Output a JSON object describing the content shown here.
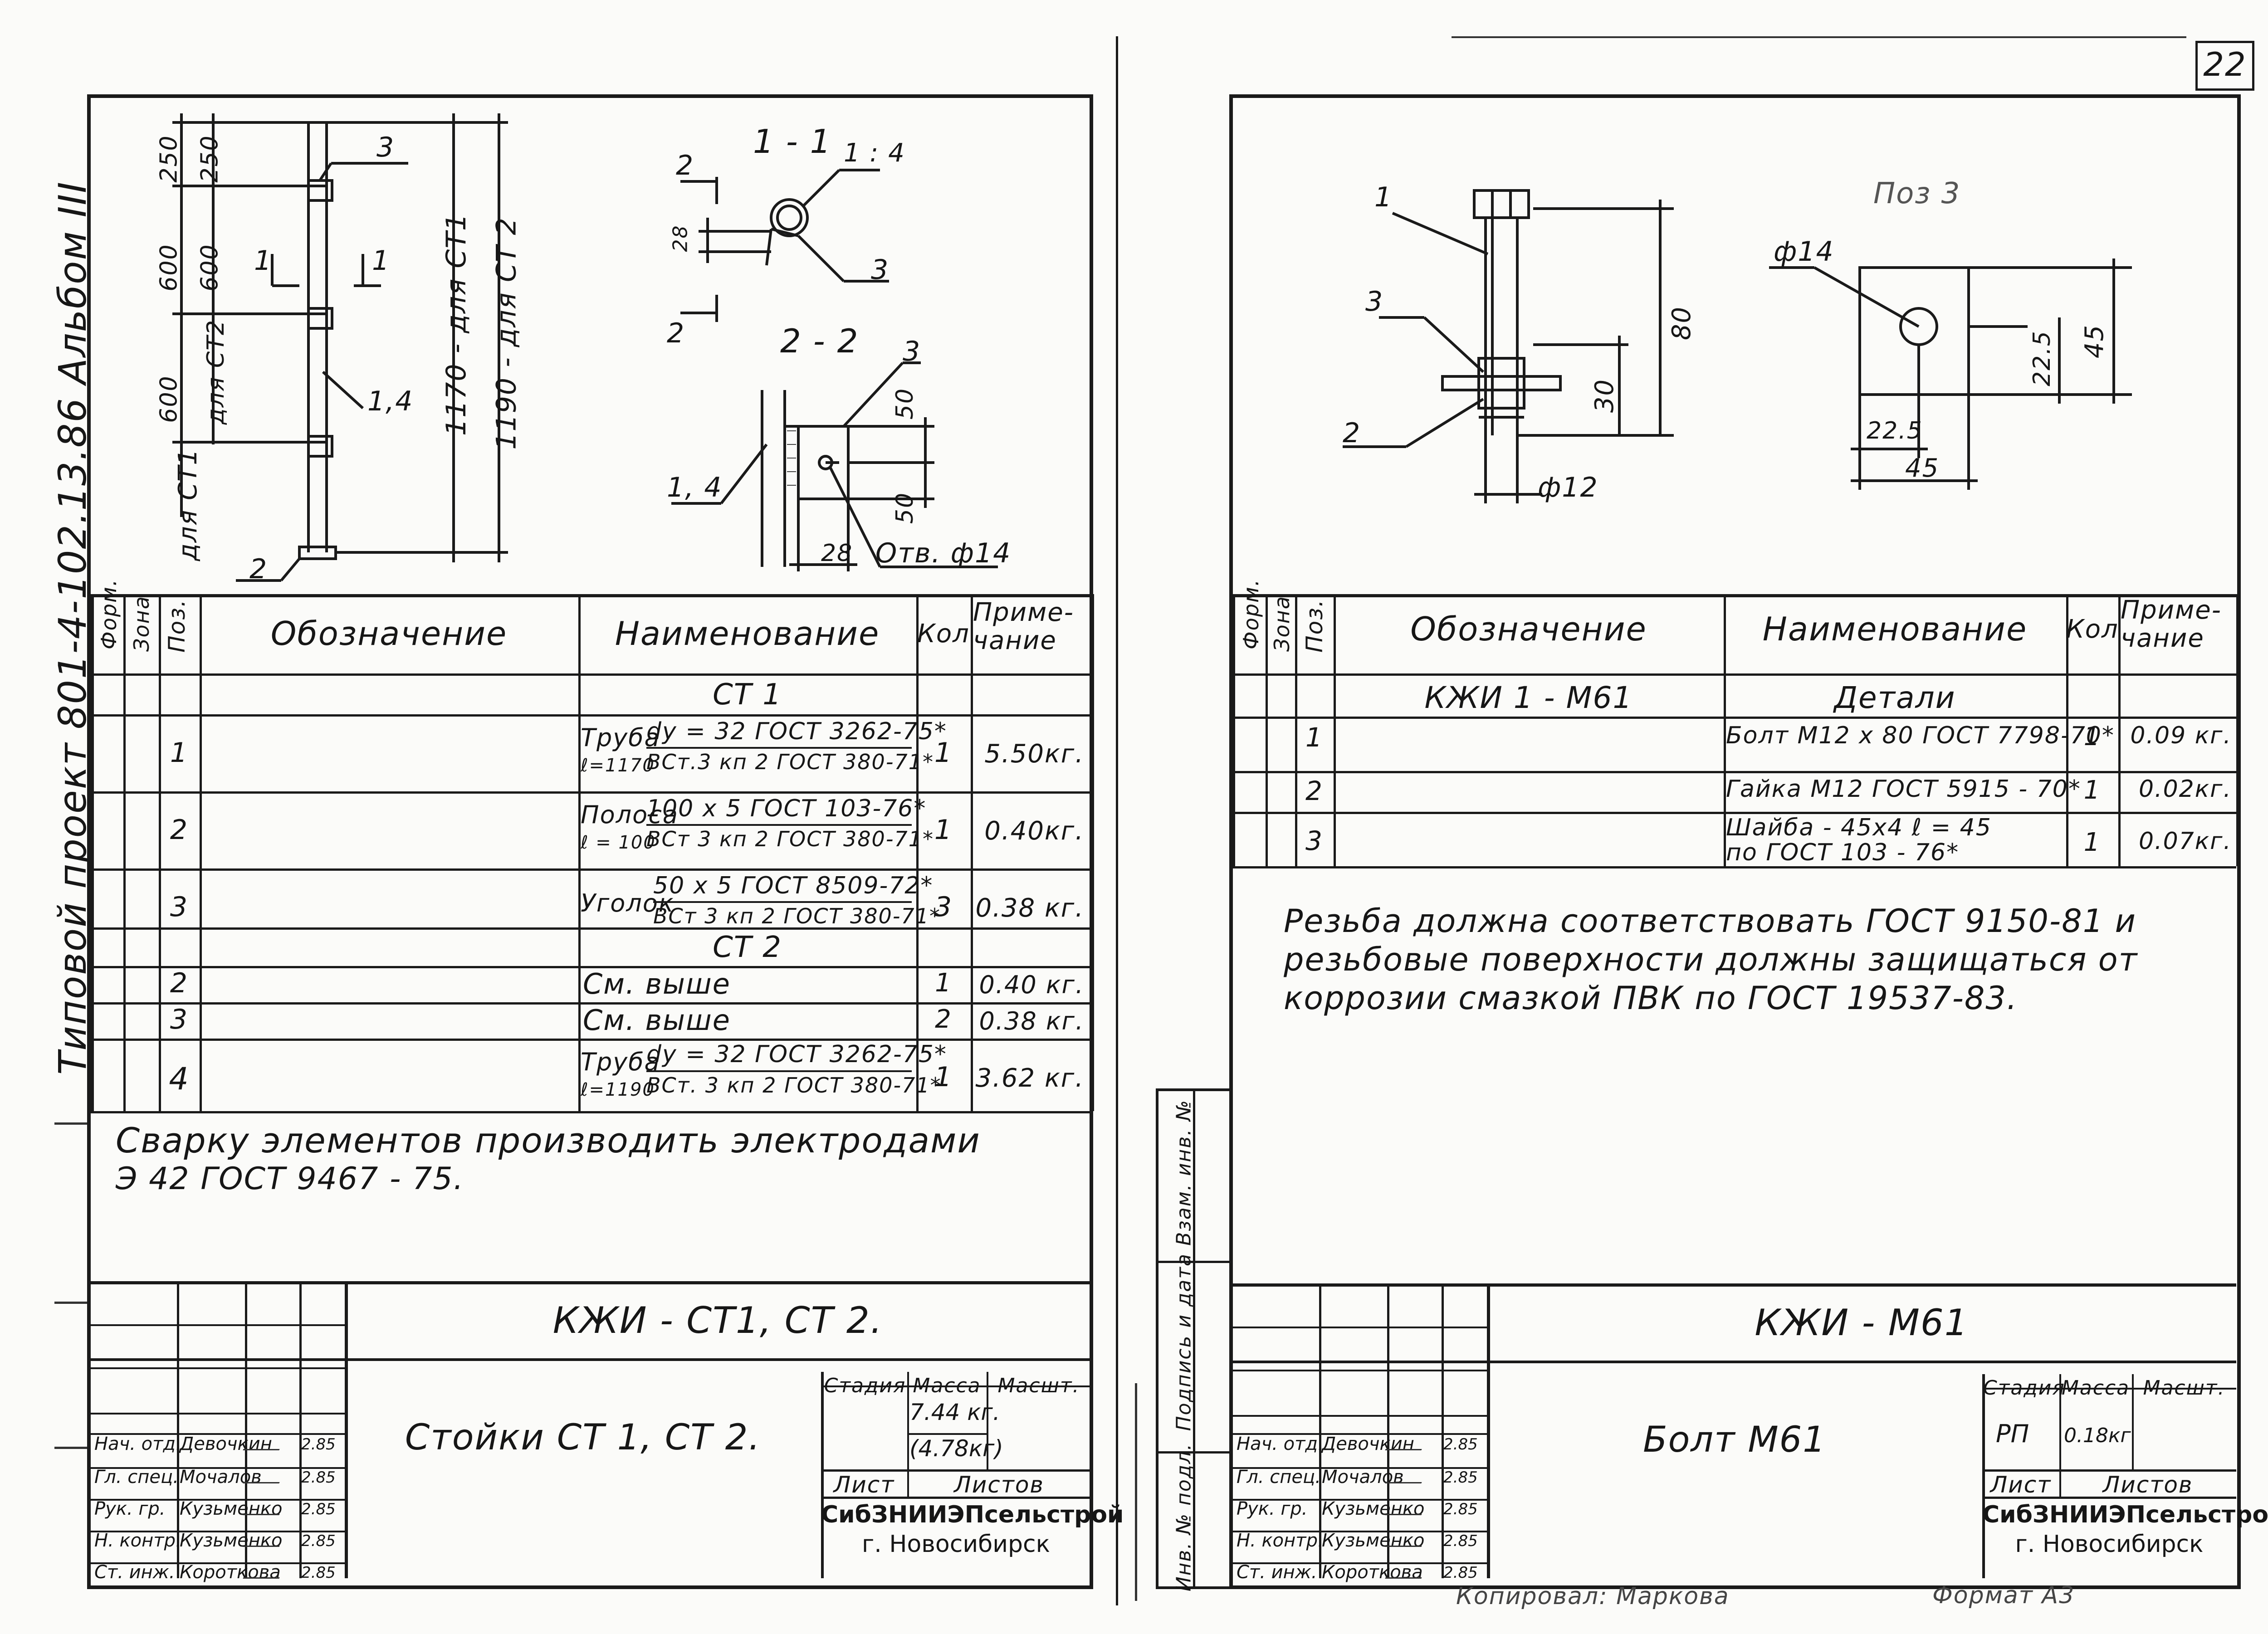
{
  "margin_text": "Типовой   проект 801-4-102.13.86 Альбом III",
  "page_number": "22",
  "left": {
    "drawing": {
      "dim_250a": "250",
      "dim_250b": "250",
      "dim_600a": "600",
      "dim_600b": "600",
      "dim_600c": "600",
      "lbl_for_ct2": "для СТ2",
      "lbl_for_ct1": "для СТ1",
      "dim_1170": "1170 - для СТ1",
      "dim_1190": "1190 - для СТ 2",
      "pos_3": "3",
      "pos_14": "1,4",
      "pos_2": "2",
      "cut_1a": "1",
      "cut_1b": "1",
      "sec11_title": "1 - 1",
      "sec11_scale": "1 : 4",
      "sec11_dim": "28",
      "sec11_pos3": "3",
      "sec_mark_2a": "2",
      "sec_mark_2b": "2",
      "sec22_title": "2 - 2",
      "sec22_pos3": "3",
      "sec22_pos14": "1, 4",
      "sec22_dim50a": "50",
      "sec22_dim50b": "50",
      "sec22_dim28": "28",
      "sec22_hole": "Отв. ф14"
    },
    "table": {
      "headers": [
        "Форм.",
        "Зона",
        "Поз.",
        "Обозначение",
        "Наименование",
        "Кол",
        "Приме-\nчание"
      ],
      "sections": [
        {
          "title": "СТ 1",
          "rows": [
            {
              "pos": "1",
              "name_a": "Труба",
              "name_b": "ℓ=1170",
              "num": "dy = 32 ГОСТ 3262-75*",
              "den": "ВСт.3 кп 2 ГОСТ 380-71*",
              "qty": "1",
              "note": "5.50кг."
            },
            {
              "pos": "2",
              "name_a": "Полоса",
              "name_b": "ℓ = 100",
              "num": "100 х 5 ГОСТ 103-76*",
              "den": "ВСт 3 кп 2 ГОСТ 380-71*",
              "qty": "1",
              "note": "0.40кг."
            },
            {
              "pos": "3",
              "name_a": "Уголок",
              "name_b": "",
              "num": "50 х 5 ГОСТ 8509-72*",
              "den": "ВСт 3 кп 2 ГОСТ 380-71*",
              "qty": "3",
              "note": "0.38 кг."
            }
          ]
        },
        {
          "title": "СТ 2",
          "rows": [
            {
              "pos": "2",
              "text": "См. выше",
              "qty": "1",
              "note": "0.40 кг."
            },
            {
              "pos": "3",
              "text": "См. выше",
              "qty": "2",
              "note": "0.38 кг."
            },
            {
              "pos": "4",
              "name_a": "Труба",
              "name_b": "ℓ=1190",
              "num": "dy = 32 ГОСТ 3262-75*",
              "den": "ВСт. 3 кп 2 ГОСТ 380-71*",
              "qty": "1",
              "note": "3.62 кг."
            }
          ]
        }
      ]
    },
    "note_line1": "Сварку элементов производить электродами",
    "note_line2": "Э 42 ГОСТ 9467 - 75.",
    "title_block": {
      "code": "КЖИ - СТ1, СТ 2.",
      "name": "Стойки СТ 1, СТ 2.",
      "stage": "Стадия",
      "mass": "Масса",
      "scale": "Масшт.",
      "mass1": "7.44 кг.",
      "mass2": "(4.78кг)",
      "sheet": "Лист",
      "sheets": "Листов",
      "org1": "СибЗНИИЭПсельстрой",
      "org2": "г. Новосибирск",
      "staff": [
        {
          "role": "Нач. отд.",
          "name": "Девочкин",
          "date": "2.85"
        },
        {
          "role": "Гл. спец.",
          "name": "Мочалов",
          "date": "2.85"
        },
        {
          "role": "Рук. гр.",
          "name": "Кузьменко",
          "date": "2.85"
        },
        {
          "role": "Н. контр.",
          "name": "Кузьменко",
          "date": "2.85"
        },
        {
          "role": "Ст. инж.",
          "name": "Короткова",
          "date": "2.85"
        }
      ]
    }
  },
  "right": {
    "drawing": {
      "pos1": "1",
      "pos3": "3",
      "pos2": "2",
      "dim80": "80",
      "dim30": "30",
      "dim_phi12": "ф12",
      "title_pos3": "Поз 3",
      "dim_phi14": "ф14",
      "dim_225a": "22.5",
      "dim45a": "45",
      "dim_225b": "22.5",
      "dim45b": "45"
    },
    "table": {
      "headers": [
        "Форм.",
        "Зона",
        "Поз.",
        "Обозначение",
        "Наименование",
        "Кол",
        "Приме-\nчание"
      ],
      "section_code": "КЖИ 1 - М61",
      "section_name": "Детали",
      "rows": [
        {
          "pos": "1",
          "name": "Болт М12 х 80 ГОСТ 7798-70*",
          "qty": "1",
          "note": "0.09 кг."
        },
        {
          "pos": "2",
          "name": "Гайка М12 ГОСТ 5915 - 70*",
          "qty": "1",
          "note": "0.02кг."
        },
        {
          "pos": "3",
          "name": "Шайба - 45х4  ℓ = 45",
          "name2": "по ГОСТ 103 - 76*",
          "qty": "1",
          "note": "0.07кг."
        }
      ]
    },
    "note_lines": [
      "Резьба должна соответствовать ГОСТ 9150-81 и",
      "резьбовые поверхности должны защищаться от",
      "коррозии смазкой ПВК по ГОСТ 19537-83."
    ],
    "side_stamp": [
      "Инв. № подл.",
      "Подпись и дата",
      "Взам. инв. №"
    ],
    "title_block": {
      "code": "КЖИ - М61",
      "name": "Болт М61",
      "stage": "Стадия",
      "mass": "Масса",
      "scale": "Масшт.",
      "stage_val": "РП",
      "mass_val": "0.18кг",
      "sheet": "Лист",
      "sheets": "Листов",
      "org1": "СибЗНИИЭПсельстрой",
      "org2": "г. Новосибирск",
      "staff": [
        {
          "role": "Нач. отд.",
          "name": "Девочкин",
          "date": "2.85"
        },
        {
          "role": "Гл. спец.",
          "name": "Мочалов",
          "date": "2.85"
        },
        {
          "role": "Рук. гр.",
          "name": "Кузьменко",
          "date": "2.85"
        },
        {
          "role": "Н. контр.",
          "name": "Кузьменко",
          "date": "2.85"
        },
        {
          "role": "Ст. инж.",
          "name": "Короткова",
          "date": "2.85"
        }
      ]
    },
    "bottom_copied": "Копировал: Маркова",
    "bottom_format": "Формат  А3"
  }
}
